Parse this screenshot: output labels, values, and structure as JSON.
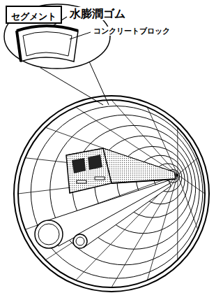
{
  "diagram": {
    "nodes": [
      {
        "text": [
          "セグメント"
        ]
      }
    ],
    "labels": [
      "水膨潤ゴム",
      "コンクリートブロック"
    ]
  }
}
